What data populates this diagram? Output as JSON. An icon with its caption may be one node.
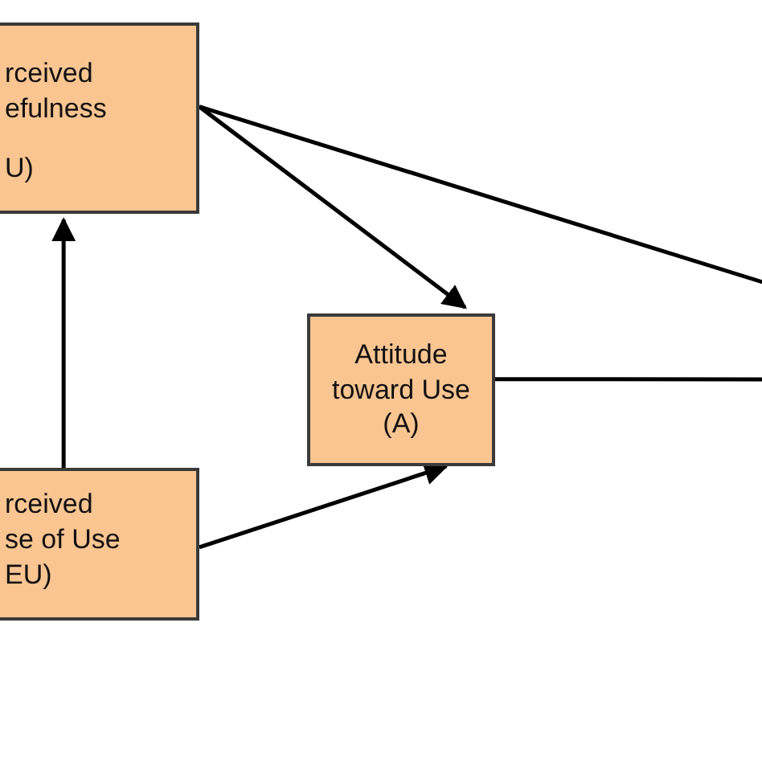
{
  "diagram": {
    "nodes": [
      {
        "text": [
          "rceived efulness",
          "U)"
        ]
      },
      {
        "text": [
          "Attitude toward Use",
          "(A)"
        ]
      },
      {
        "text": [
          "rceived se of Use",
          "EU)"
        ]
      }
    ],
    "edges": [
      {
        "from": 0,
        "to": 1,
        "arrow": "to"
      },
      {
        "from": 0,
        "to": null,
        "arrow": "none"
      },
      {
        "from": 2,
        "to": 0,
        "arrow": "to"
      },
      {
        "from": 2,
        "to": 1,
        "arrow": "to"
      },
      {
        "from": 1,
        "to": null,
        "arrow": "none"
      }
    ]
  }
}
